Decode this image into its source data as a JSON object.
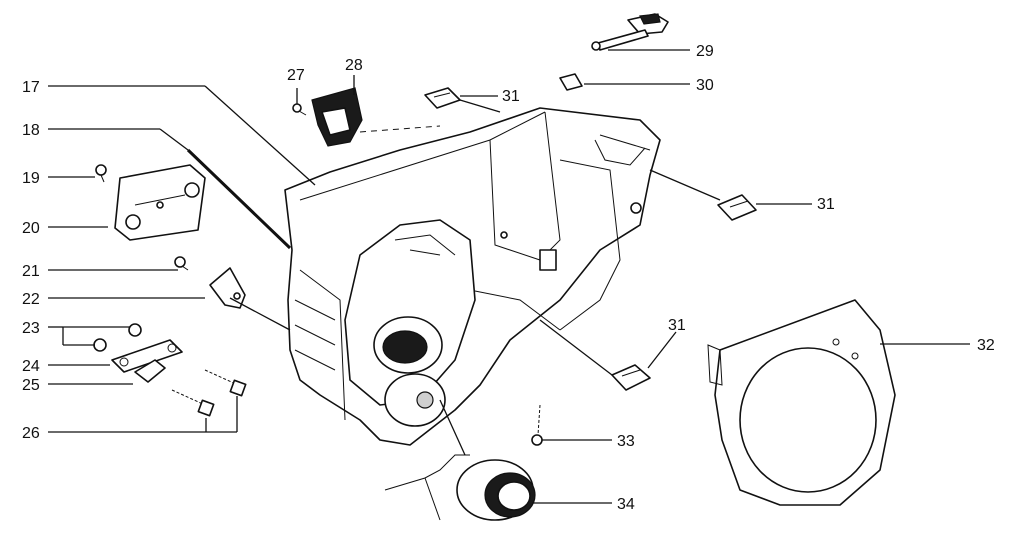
{
  "callouts": {
    "c17": "17",
    "c18": "18",
    "c19": "19",
    "c20": "20",
    "c21": "21",
    "c22": "22",
    "c23": "23",
    "c24": "24",
    "c25": "25",
    "c26": "26",
    "c27": "27",
    "c28": "28",
    "c29": "29",
    "c30": "30",
    "c31a": "31",
    "c31b": "31",
    "c31c": "31",
    "c32": "32",
    "c33": "33",
    "c34": "34"
  },
  "colors": {
    "line": "#111111",
    "background": "#ffffff"
  }
}
